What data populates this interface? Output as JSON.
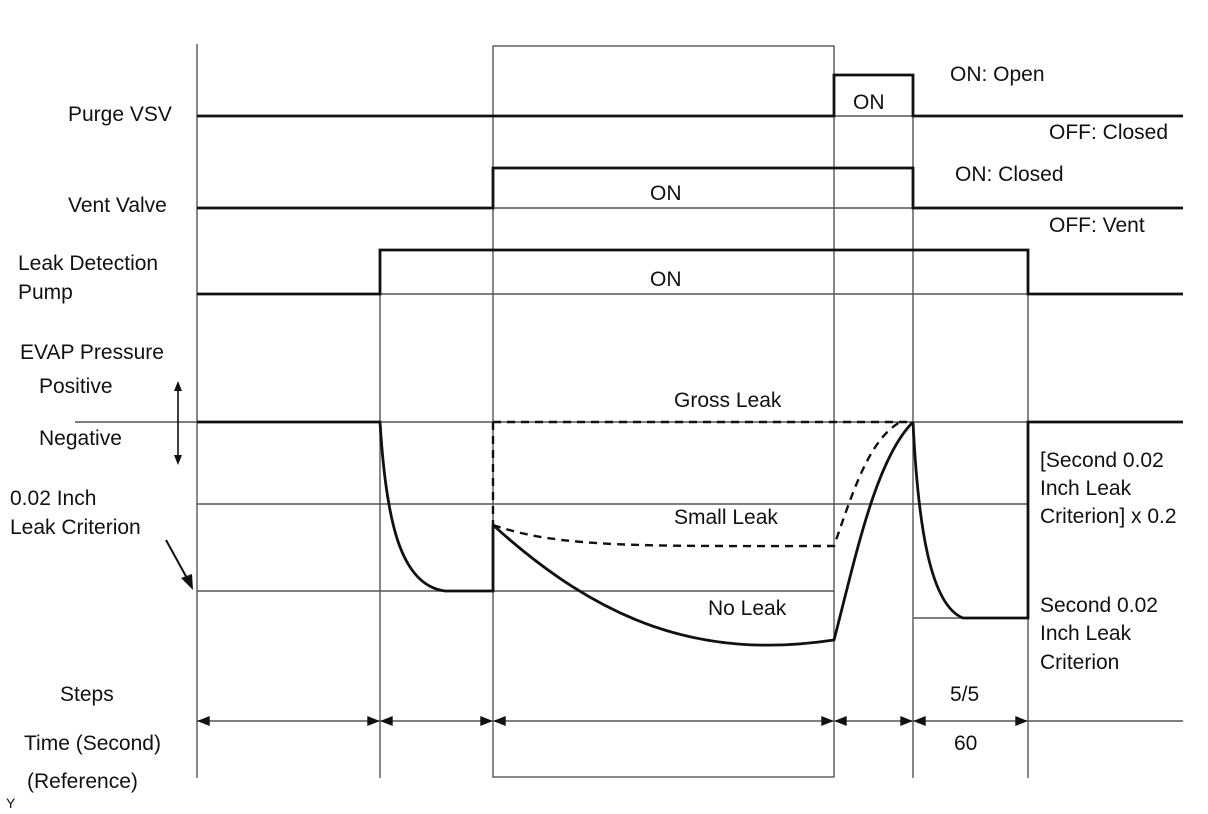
{
  "labels": {
    "purge_vsv": "Purge VSV",
    "vent_valve": "Vent Valve",
    "leak_pump_line1": "Leak Detection",
    "leak_pump_line2": "Pump",
    "evap_pressure": "EVAP Pressure",
    "positive": "Positive",
    "negative": "Negative",
    "criterion_line1": "0.02 Inch",
    "criterion_line2": "Leak Criterion",
    "steps": "Steps",
    "time": "Time (Second)",
    "reference": "(Reference)",
    "corner_mark": "Y"
  },
  "states": {
    "purge_on_open": "ON: Open",
    "purge_off_closed": "OFF: Closed",
    "vent_on_closed": "ON: Closed",
    "vent_off_vent": "OFF: Vent",
    "purge_on_box": "ON",
    "vent_on": "ON",
    "pump_on": "ON"
  },
  "curves": {
    "gross_leak": "Gross Leak",
    "small_leak": "Small Leak",
    "no_leak": "No Leak"
  },
  "right_notes": {
    "second_criterion_02_line1": "[Second 0.02",
    "second_criterion_02_line2": "Inch Leak",
    "second_criterion_02_line3": "Criterion] x 0.2",
    "second_criterion_line1": "Second 0.02",
    "second_criterion_line2": "Inch Leak",
    "second_criterion_line3": "Criterion"
  },
  "steps": {
    "step5": "5/5",
    "time5": "60"
  }
}
